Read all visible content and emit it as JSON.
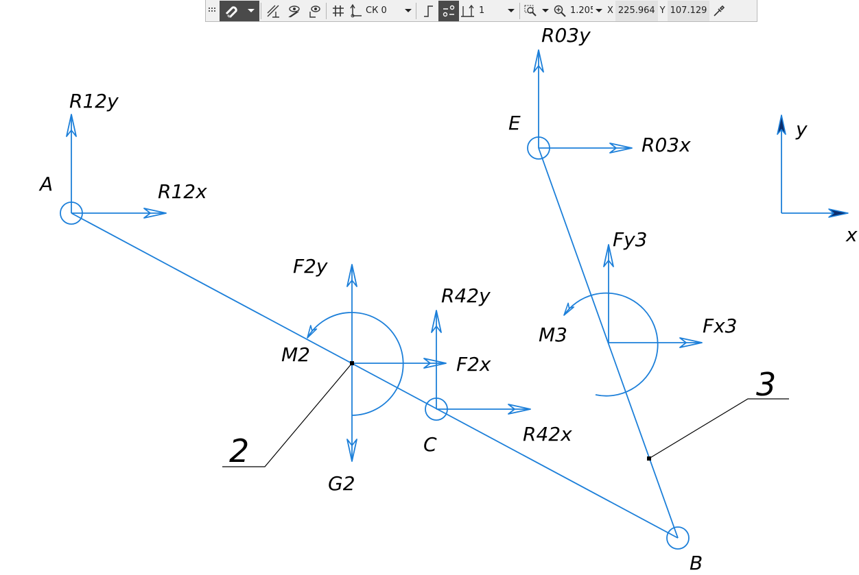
{
  "toolbar": {
    "coord_system": "СК 0",
    "step": "1",
    "zoom": "1.205",
    "x_label": "X",
    "x_value": "225.964",
    "y_label": "Y",
    "y_value": "107.129"
  },
  "drawing": {
    "colors": {
      "force": "#1c7fd9",
      "leader": "#000000",
      "text": "#000000"
    },
    "points": {
      "a": "A",
      "b": "B",
      "c": "C",
      "e": "E"
    },
    "forces": {
      "r12y": "R12y",
      "r12x": "R12x",
      "r03y": "R03y",
      "r03x": "R03x",
      "f2y": "F2y",
      "f2x": "F2x",
      "m2": "M2",
      "g2": "G2",
      "r42y": "R42y",
      "r42x": "R42x",
      "fy3": "Fy3",
      "fx3": "Fx3",
      "m3": "M3"
    },
    "links": {
      "link2": "2",
      "link3": "3"
    },
    "axes": {
      "x": "x",
      "y": "y"
    }
  }
}
